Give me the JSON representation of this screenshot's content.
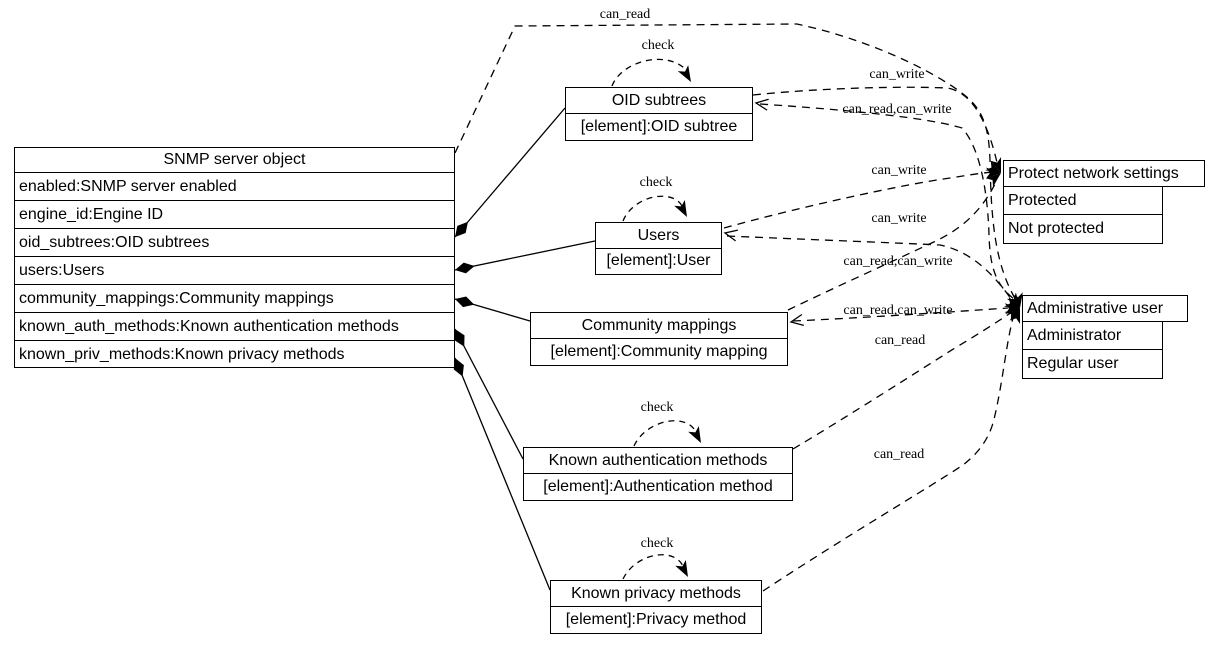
{
  "diagram": {
    "background": "#ffffff",
    "line_color": "#000000",
    "nodes": {
      "snmp": {
        "title": "SNMP server object",
        "rows": [
          "enabled:SNMP server enabled",
          "engine_id:Engine ID",
          "oid_subtrees:OID subtrees",
          "users:Users",
          "community_mappings:Community mappings",
          "known_auth_methods:Known authentication methods",
          "known_priv_methods:Known privacy methods"
        ]
      },
      "oid_subtrees": {
        "title": "OID subtrees",
        "rows": [
          "[element]:OID subtree"
        ]
      },
      "users": {
        "title": "Users",
        "rows": [
          "[element]:User"
        ]
      },
      "community_mappings": {
        "title": "Community mappings",
        "rows": [
          "[element]:Community mapping"
        ]
      },
      "known_auth_methods": {
        "title": "Known authentication methods",
        "rows": [
          "[element]:Authentication method"
        ]
      },
      "known_priv_methods": {
        "title": "Known privacy methods",
        "rows": [
          "[element]:Privacy method"
        ]
      },
      "protect_network_settings": {
        "title": "Protect network settings",
        "rows": [
          "Protected",
          "Not protected"
        ]
      },
      "administrative_user": {
        "title": "Administrative user",
        "rows": [
          "Administrator",
          "Regular user"
        ]
      }
    },
    "edges": [
      {
        "source": "snmp",
        "target": "administrative_user",
        "label": "can_read",
        "style": "dashed"
      },
      {
        "source": "oid_subtrees",
        "target": "oid_subtrees",
        "label": "check",
        "style": "dashed-selfloop"
      },
      {
        "source": "oid_subtrees",
        "target": "protect_network_settings",
        "label": "can_write",
        "style": "dashed"
      },
      {
        "source": "oid_subtrees",
        "target": "administrative_user",
        "label": "can_read,can_write",
        "style": "dashed"
      },
      {
        "source": "users",
        "target": "users",
        "label": "check",
        "style": "dashed-selfloop"
      },
      {
        "source": "users",
        "target": "protect_network_settings",
        "label": "can_write",
        "style": "dashed"
      },
      {
        "source": "users",
        "target": "administrative_user",
        "label": "can_write",
        "style": "dashed"
      },
      {
        "source": "community_mappings",
        "target": "protect_network_settings",
        "label": "can_read,can_write",
        "style": "dashed"
      },
      {
        "source": "community_mappings",
        "target": "administrative_user",
        "label": "can_read,can_write",
        "style": "dashed"
      },
      {
        "source": "known_auth_methods",
        "target": "known_auth_methods",
        "label": "check",
        "style": "dashed-selfloop"
      },
      {
        "source": "known_auth_methods",
        "target": "administrative_user",
        "label": "can_read",
        "style": "dashed"
      },
      {
        "source": "known_priv_methods",
        "target": "known_priv_methods",
        "label": "check",
        "style": "dashed-selfloop"
      },
      {
        "source": "known_priv_methods",
        "target": "administrative_user",
        "label": "can_read",
        "style": "dashed"
      }
    ],
    "compositions": [
      {
        "source_attribute": "oid_subtrees",
        "target": "oid_subtrees"
      },
      {
        "source_attribute": "users",
        "target": "users"
      },
      {
        "source_attribute": "community_mappings",
        "target": "community_mappings"
      },
      {
        "source_attribute": "known_auth_methods",
        "target": "known_auth_methods"
      },
      {
        "source_attribute": "known_priv_methods",
        "target": "known_priv_methods"
      }
    ]
  }
}
